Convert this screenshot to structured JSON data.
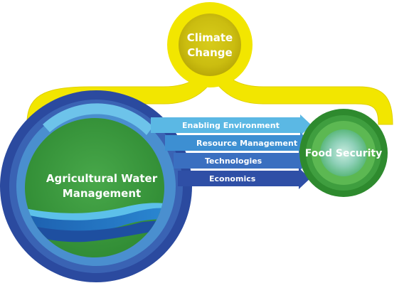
{
  "climate": {
    "line1": "Climate",
    "line2": "Change"
  },
  "awm": {
    "line1": "Agricultural Water",
    "line2": "Management"
  },
  "food": {
    "label": "Food Security"
  },
  "arrows": [
    {
      "label": "Enabling Environment",
      "color": "#5bb8e4"
    },
    {
      "label": "Resource Management",
      "color": "#3d8fd2"
    },
    {
      "label": "Technologies",
      "color": "#3a6fc0"
    },
    {
      "label": "Economics",
      "color": "#2f4fa6"
    }
  ],
  "colors": {
    "climate_yellow": "#f2e600",
    "climate_inner": "#d9c900",
    "awm_outer": "#2b4a9f",
    "awm_mid": "#4a8fcf",
    "awm_light": "#6dc3ea",
    "awm_center": "#3d9a3f",
    "food_outer": "#2e8a2e",
    "food_mid": "#4aae4a",
    "food_core": "#8ed4c4"
  }
}
